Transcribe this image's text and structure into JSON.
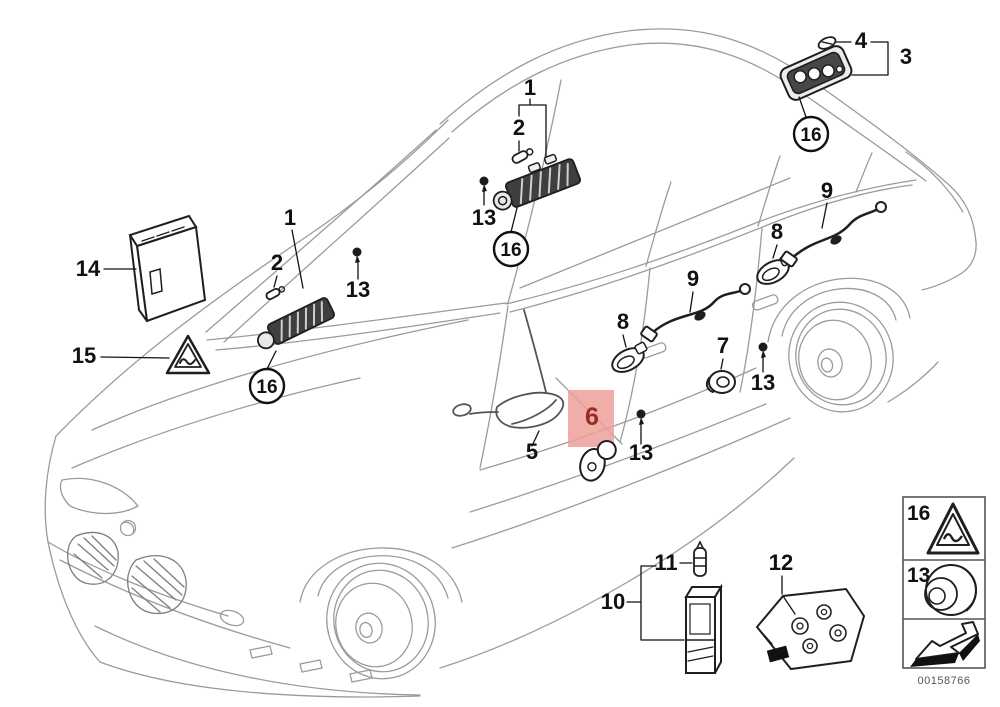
{
  "callouts": {
    "c1_top": "1",
    "c2_top": "2",
    "c13_top": "13",
    "c16_top": "16",
    "c4": "4",
    "c3": "3",
    "c16_roof": "16",
    "c9_rear": "9",
    "c8_rear": "8",
    "c9_front": "9",
    "c8_front": "8",
    "c7": "7",
    "c13_door": "13",
    "c1_left": "1",
    "c2_left": "2",
    "c13_left": "13",
    "c16_left": "16",
    "c14": "14",
    "c15": "15",
    "c5": "5",
    "c6": "6",
    "c13_mirror": "13",
    "c10": "10",
    "c11": "11",
    "c12": "12"
  },
  "legend": {
    "rows": [
      {
        "label": "16",
        "icon": "warning-triangle-icon"
      },
      {
        "label": "13",
        "icon": "grommet-icon"
      },
      {
        "label": "",
        "icon": "direction-arrow-icon"
      }
    ],
    "part_number": "00158766"
  },
  "colors": {
    "highlight_fill": "#ef9f9b",
    "highlight_text": "#9c2a26",
    "line_art": "#9b9b9b",
    "part_ink": "#1f1f1f",
    "label_ink": "#111111"
  }
}
